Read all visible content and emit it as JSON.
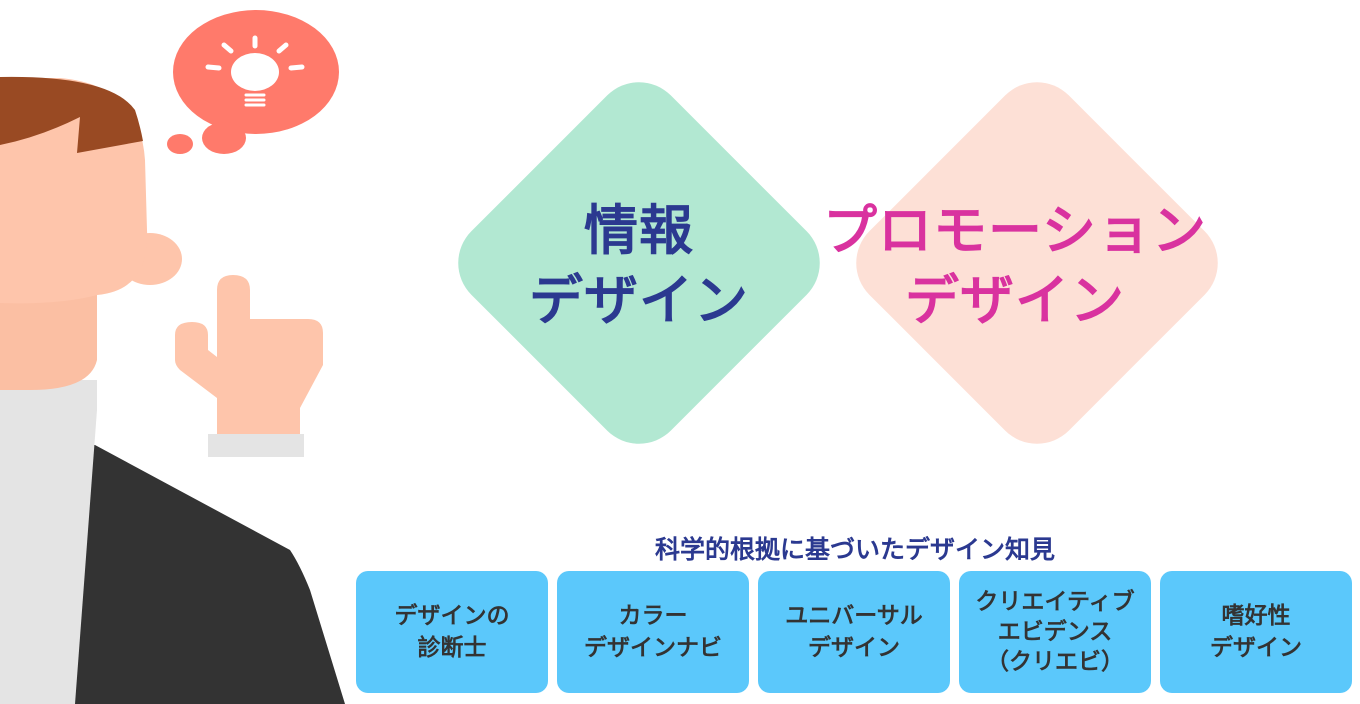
{
  "diagram": {
    "info_design": {
      "line1": "情報",
      "line2": "デザイン"
    },
    "promotion_design": {
      "line1": "プロモーション",
      "line2": "デザイン"
    },
    "knowledge_heading": "科学的根拠に基づいたデザイン知見",
    "boxes": [
      {
        "label": "デザインの\n診断士"
      },
      {
        "label": "カラー\nデザインナビ"
      },
      {
        "label": "ユニバーサル\nデザイン"
      },
      {
        "label": "クリエイティブ\nエビデンス\n（クリエビ）"
      },
      {
        "label": "嗜好性\nデザイン"
      }
    ],
    "colors": {
      "info": "#b2e8d2",
      "promotion": "#fde0d6",
      "overlap": "#fdf8ee",
      "box": "#5bc8fb",
      "navy": "#2b3990",
      "magenta": "#d9329f",
      "bubble": "#ff7a6b"
    }
  }
}
